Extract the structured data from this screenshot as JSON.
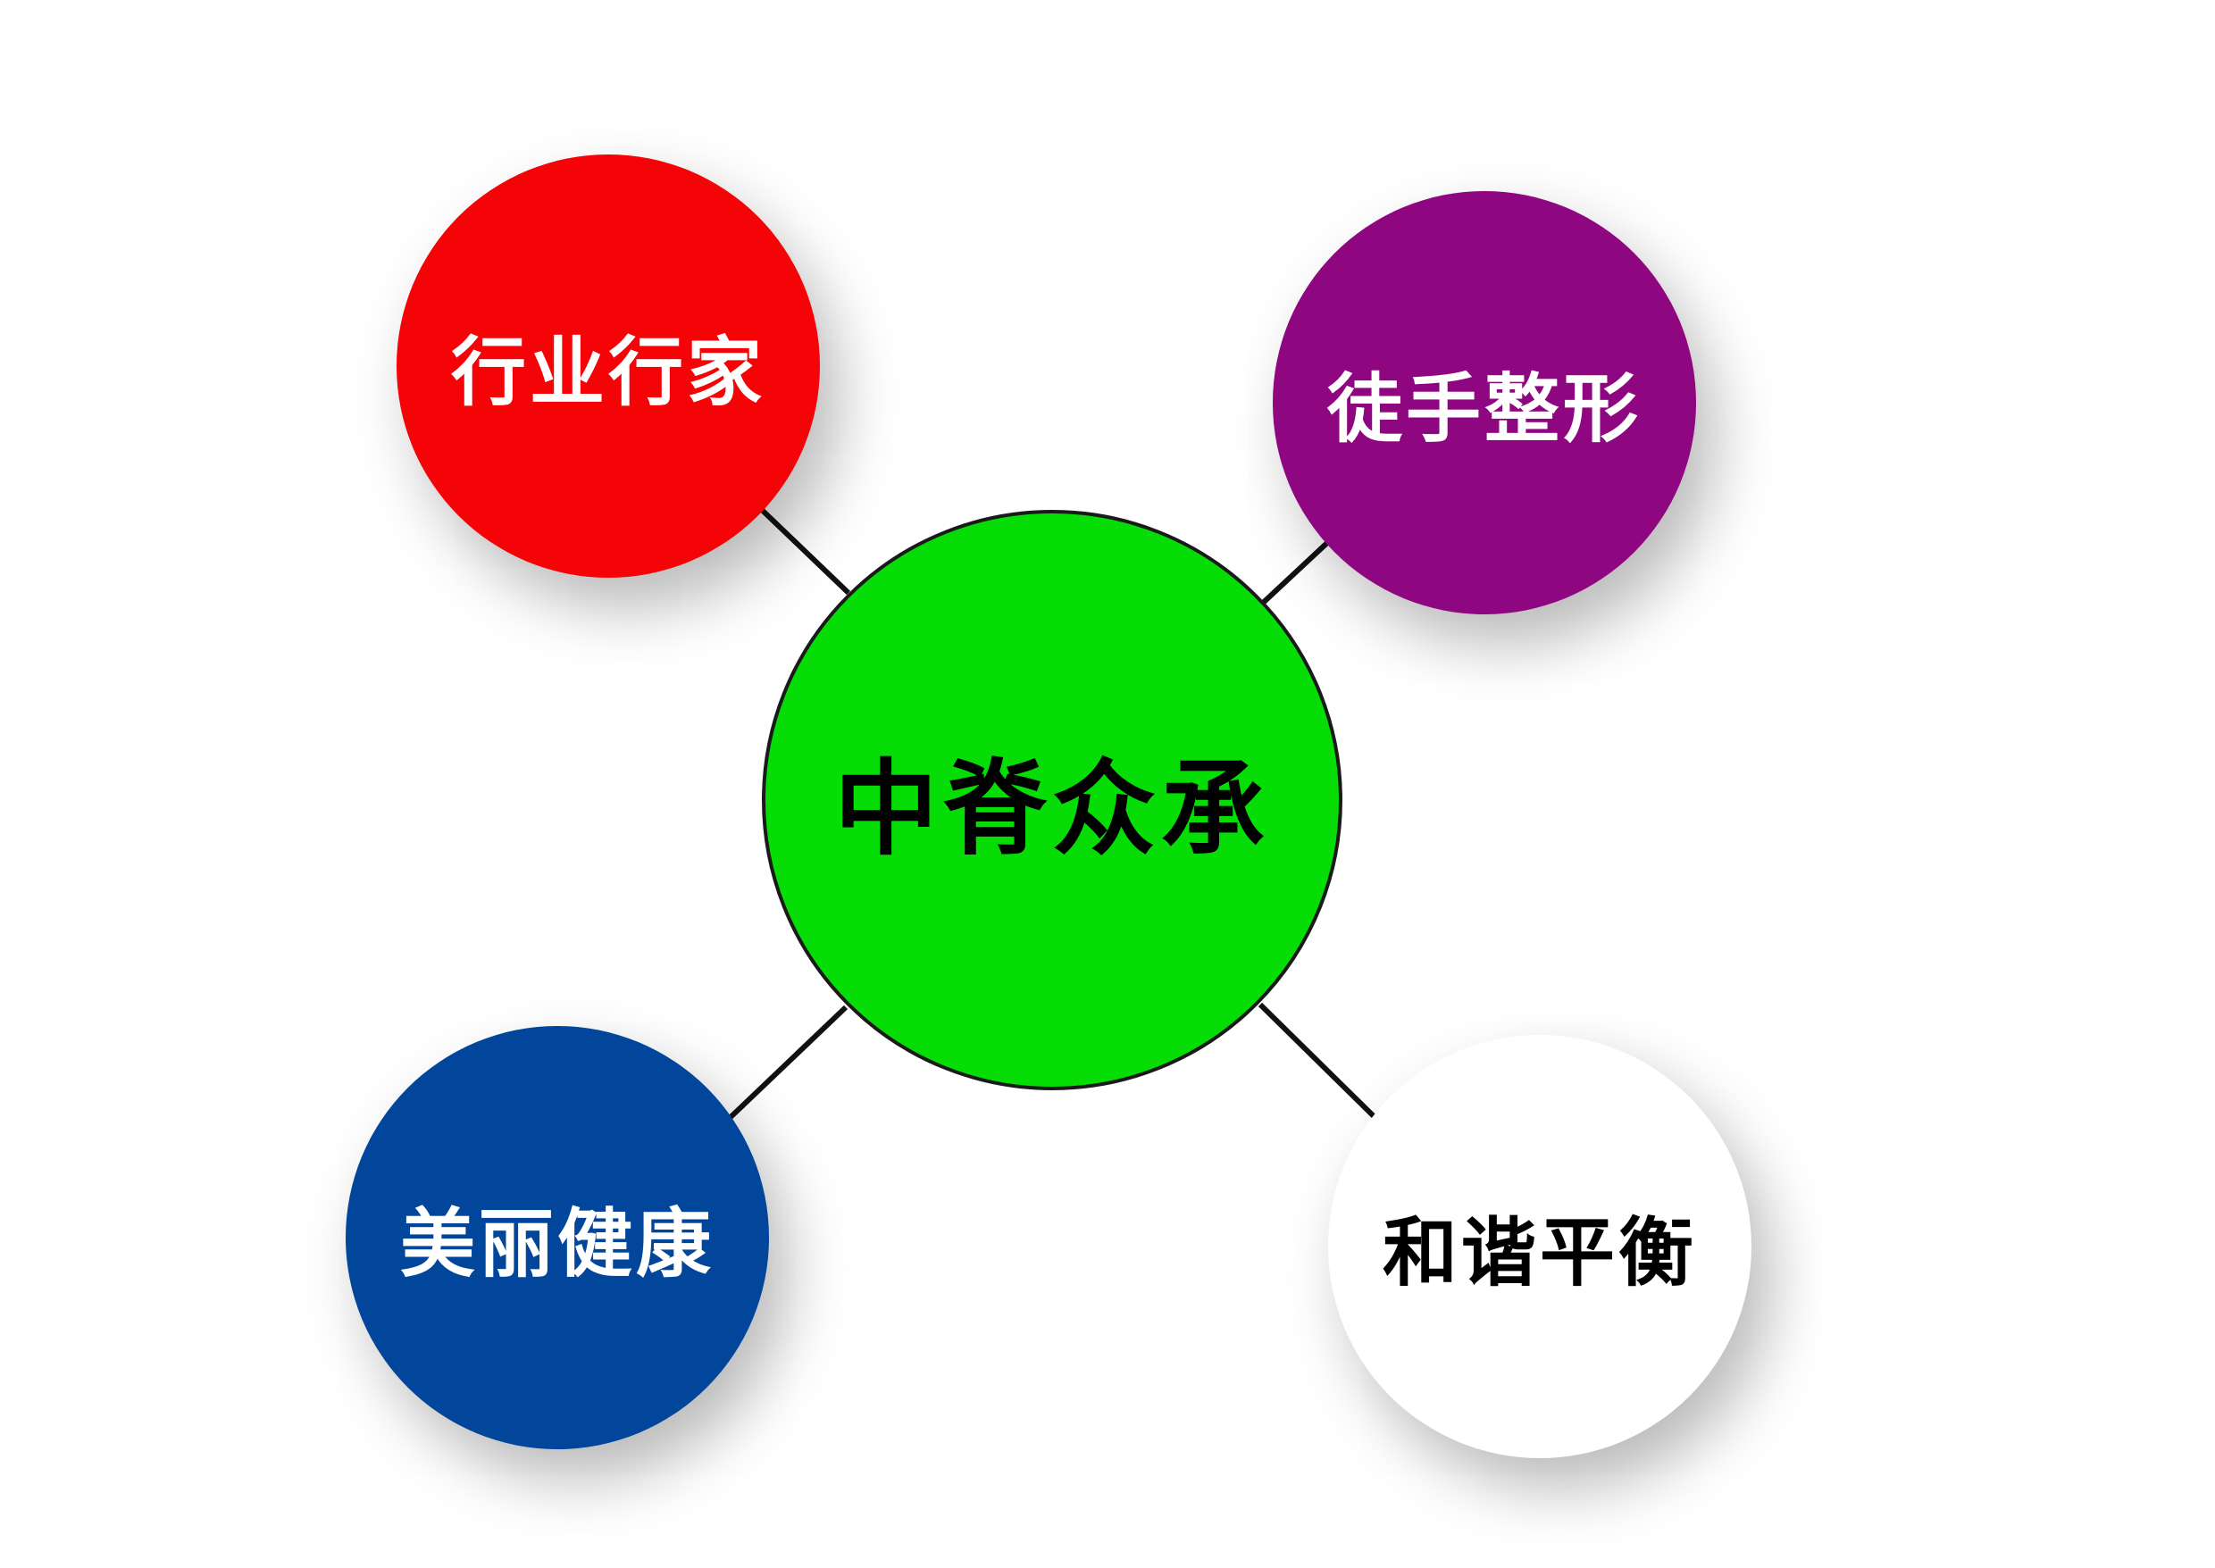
{
  "center": {
    "label": "中脊众承",
    "fill": "#06dc06",
    "text_color": "#000000"
  },
  "satellites": [
    {
      "label": "行业行家",
      "fill": "#f40406",
      "text_color": "#ffffff"
    },
    {
      "label": "徒手整形",
      "fill": "#8e0780",
      "text_color": "#ffffff"
    },
    {
      "label": "美丽健康",
      "fill": "#02469b",
      "text_color": "#ffffff"
    },
    {
      "label": "和谐平衡",
      "fill": "#ffffff",
      "text_color": "#000000"
    }
  ]
}
